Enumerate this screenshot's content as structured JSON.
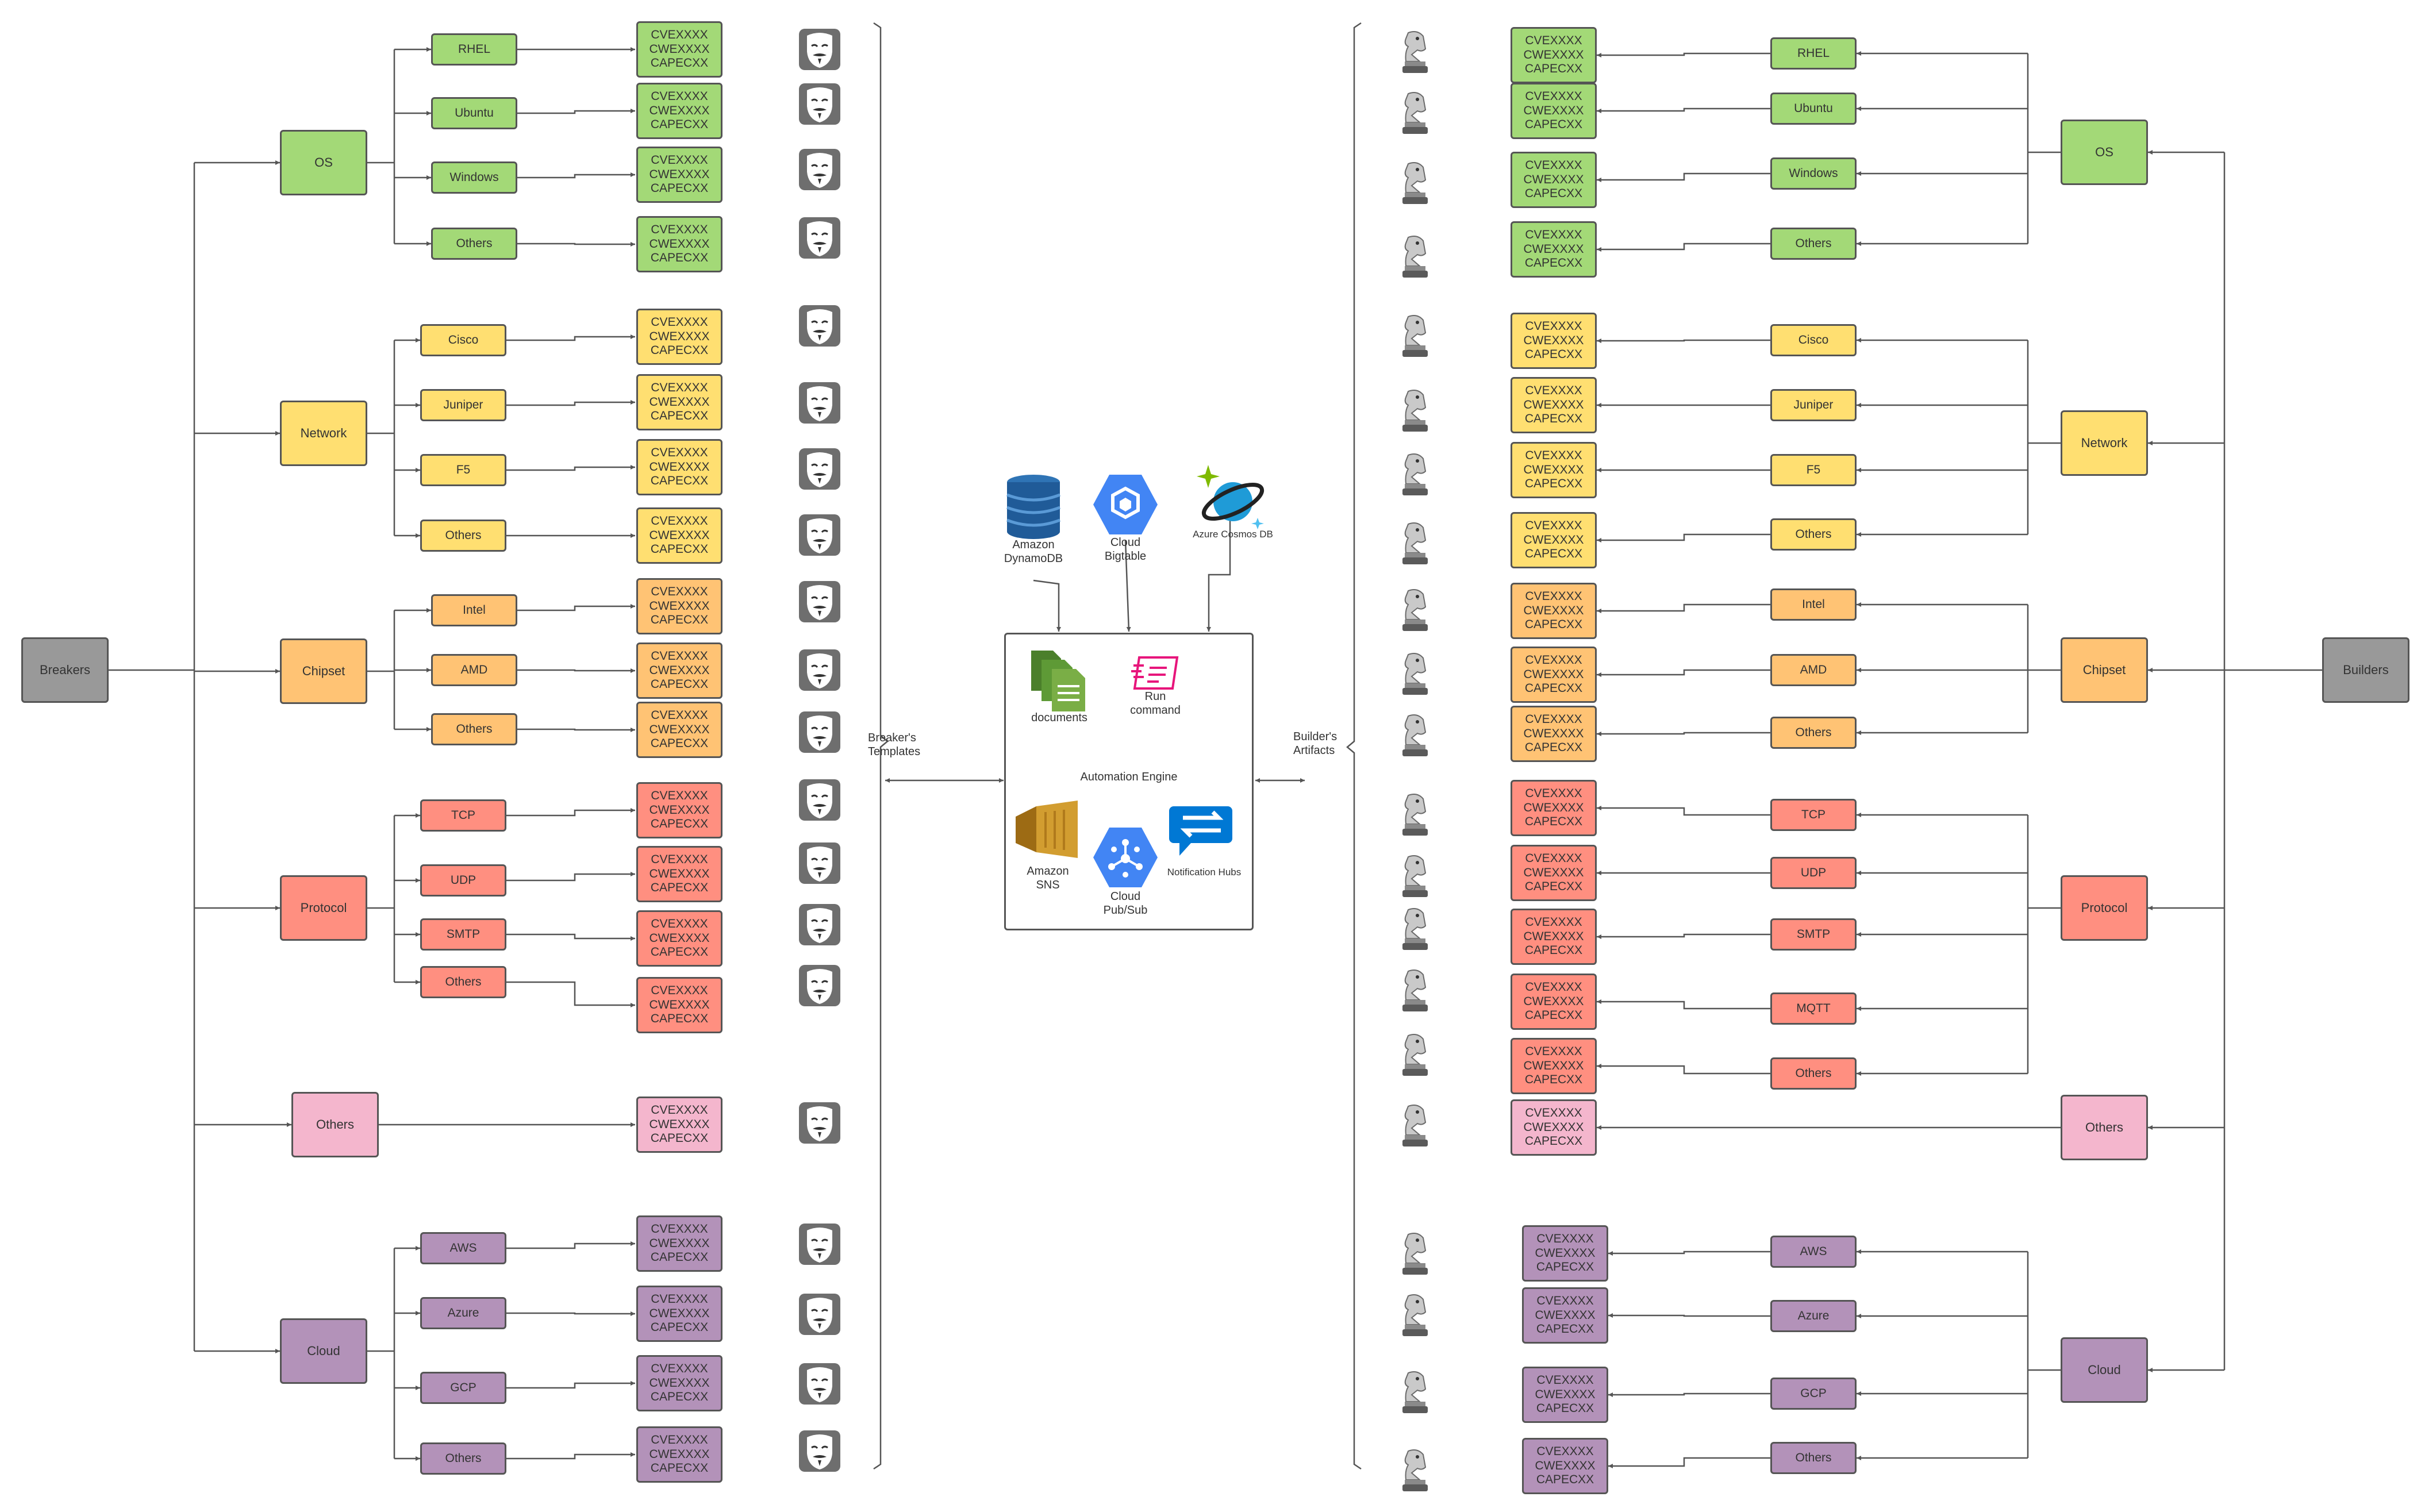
{
  "colors": {
    "os": "#a3d977",
    "network": "#ffdf71",
    "chipset": "#ffc374",
    "protocol": "#ff8f80",
    "others": "#f4b6cd",
    "cloud": "#b392b9",
    "root": "#999999",
    "line": "#555555"
  },
  "cve_text": "CVEXXXX\nCWEXXXX\nCAPECXX",
  "root_left": "Breakers",
  "root_right": "Builders",
  "brace_left_label": "Breaker's\nTemplates",
  "brace_right_label": "Builder's\nArtifacts",
  "left_groups": [
    {
      "name": "OS",
      "color": "os",
      "items": [
        "RHEL",
        "Ubuntu",
        "Windows",
        "Others"
      ]
    },
    {
      "name": "Network",
      "color": "network",
      "items": [
        "Cisco",
        "Juniper",
        "F5",
        "Others"
      ]
    },
    {
      "name": "Chipset",
      "color": "chipset",
      "items": [
        "Intel",
        "AMD",
        "Others"
      ]
    },
    {
      "name": "Protocol",
      "color": "protocol",
      "items": [
        "TCP",
        "UDP",
        "SMTP",
        "Others"
      ]
    },
    {
      "name": "Others",
      "color": "others",
      "items": []
    },
    {
      "name": "Cloud",
      "color": "cloud",
      "items": [
        "AWS",
        "Azure",
        "GCP",
        "Others"
      ]
    }
  ],
  "right_groups": [
    {
      "name": "OS",
      "color": "os",
      "items": [
        "RHEL",
        "Ubuntu",
        "Windows",
        "Others"
      ]
    },
    {
      "name": "Network",
      "color": "network",
      "items": [
        "Cisco",
        "Juniper",
        "F5",
        "Others"
      ]
    },
    {
      "name": "Chipset",
      "color": "chipset",
      "items": [
        "Intel",
        "AMD",
        "Others"
      ]
    },
    {
      "name": "Protocol",
      "color": "protocol",
      "items": [
        "TCP",
        "UDP",
        "SMTP",
        "MQTT",
        "Others"
      ]
    },
    {
      "name": "Others",
      "color": "others",
      "items": []
    },
    {
      "name": "Cloud",
      "color": "cloud",
      "items": [
        "AWS",
        "Azure",
        "GCP",
        "Others"
      ]
    }
  ],
  "databases": [
    {
      "label": "Amazon\nDynamoDB",
      "icon": "dynamodb-icon"
    },
    {
      "label": "Cloud\nBigtable",
      "icon": "bigtable-icon"
    },
    {
      "label": "Azure Cosmos DB",
      "icon": "cosmosdb-icon"
    }
  ],
  "engine": {
    "title": "Automation Engine",
    "services": [
      {
        "label": "documents",
        "icon": "documents-icon"
      },
      {
        "label": "Run\ncommand",
        "icon": "run-command-icon"
      },
      {
        "label": "Amazon\nSNS",
        "icon": "sns-icon"
      },
      {
        "label": "Cloud\nPub/Sub",
        "icon": "pubsub-icon"
      },
      {
        "label": "Notification Hubs",
        "icon": "notification-hubs-icon"
      }
    ]
  },
  "icons": {
    "breaker": "anonymous-mask-icon",
    "builder": "knight-chess-icon"
  }
}
